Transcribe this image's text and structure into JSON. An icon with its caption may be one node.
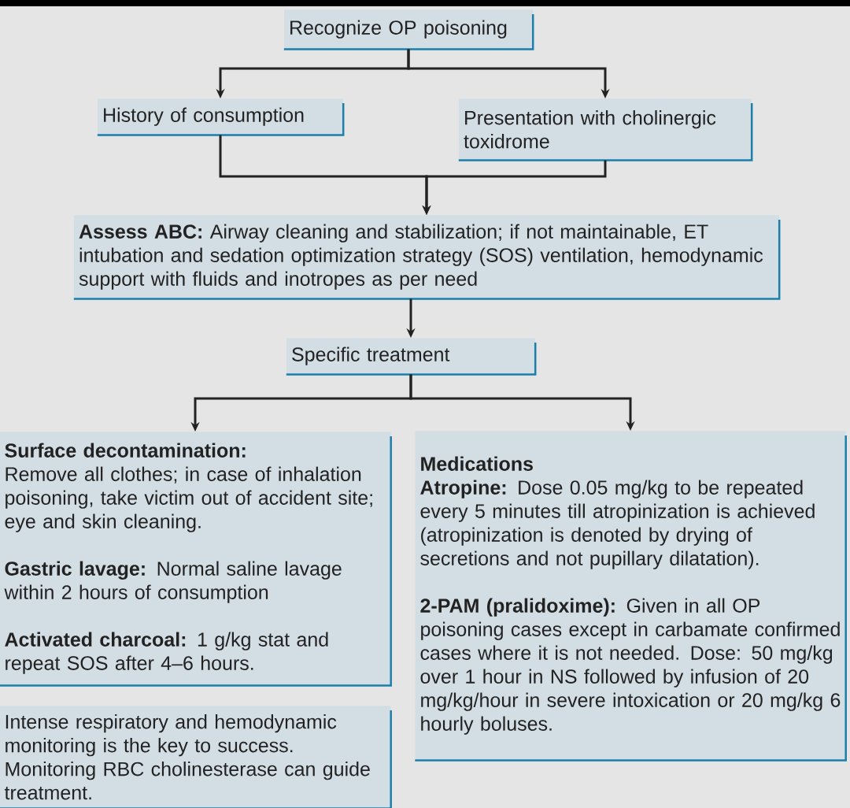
{
  "diagram": {
    "nodes": [
      {
        "text": [
          "Recognize OP poisoning"
        ]
      },
      {
        "text": [
          "History of consumption"
        ]
      },
      {
        "text": [
          "Presentation with cholinergic toxidrome"
        ]
      },
      {
        "text": [
          "**Assess ABC:** Airway cleaning and stabilization; if not maintainable, ET intubation and sedation optimization strategy (SOS) ventilation, hemodynamic support with fluids and inotropes as per need"
        ]
      },
      {
        "text": [
          "Specific treatment"
        ]
      },
      {
        "text": [
          "Surface decontamination:",
          "Remove all clothes; in case of inhalation poisoning, take victim out of accident site; eye and skin cleaning.",
          "**Gastric lavage:** Normal saline lavage within 2 hours of consumption",
          "**Activated charcoal:** 1 g/kg stat and repeat SOS after 4–6 hours."
        ]
      },
      {
        "text": [
          "Medications",
          "**Atropine:** Dose 0.05 mg/kg to be repeated every 5 minutes till atropinization is achieved (atropinization is denoted by drying of secretions and not pupillary dilatation).",
          "**2-PAM (pralidoxime):** Given in all OP poisoning cases except in carbamate confirmed cases where it is not needed. Dose: 50 mg/kg over 1 hour in NS followed by infusion of 20 mg/kg/hour in severe intoxication or 20 mg/kg 6 hourly boluses."
        ]
      },
      {
        "text": [
          "Intense respiratory and hemodynamic monitoring is the key to success. Monitoring RBC cholinesterase can guide treatment."
        ]
      }
    ],
    "edges": [
      {
        "from": 0,
        "to": 1,
        "arrow": "to"
      },
      {
        "from": 0,
        "to": 2,
        "arrow": "to"
      },
      {
        "from": 1,
        "to": 3,
        "arrow": "to"
      },
      {
        "from": 2,
        "to": 3,
        "arrow": "to"
      },
      {
        "from": 3,
        "to": 4,
        "arrow": "to"
      },
      {
        "from": 4,
        "to": 5,
        "arrow": "to"
      },
      {
        "from": 4,
        "to": 6,
        "arrow": "to"
      }
    ]
  }
}
